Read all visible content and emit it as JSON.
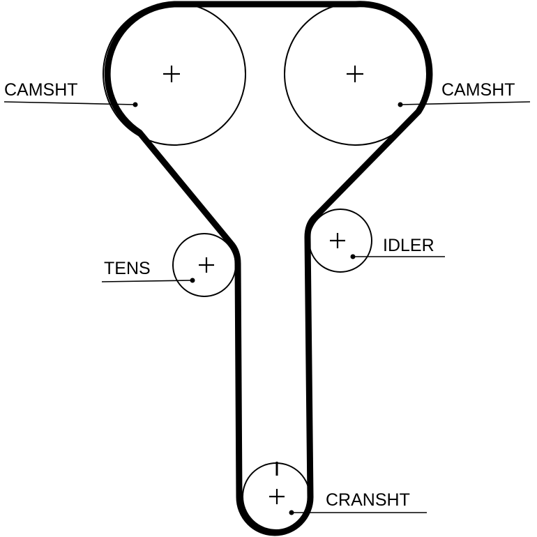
{
  "diagram": {
    "colors": {
      "line": "#000000",
      "background": "#ffffff"
    },
    "pulleys": [
      {
        "id": "camshaft-left",
        "label": "CAMSHT"
      },
      {
        "id": "camshaft-right",
        "label": "CAMSHT"
      },
      {
        "id": "tensioner",
        "label": "TENS"
      },
      {
        "id": "idler",
        "label": "IDLER"
      },
      {
        "id": "crankshaft",
        "label": "CRANSHT"
      }
    ]
  }
}
